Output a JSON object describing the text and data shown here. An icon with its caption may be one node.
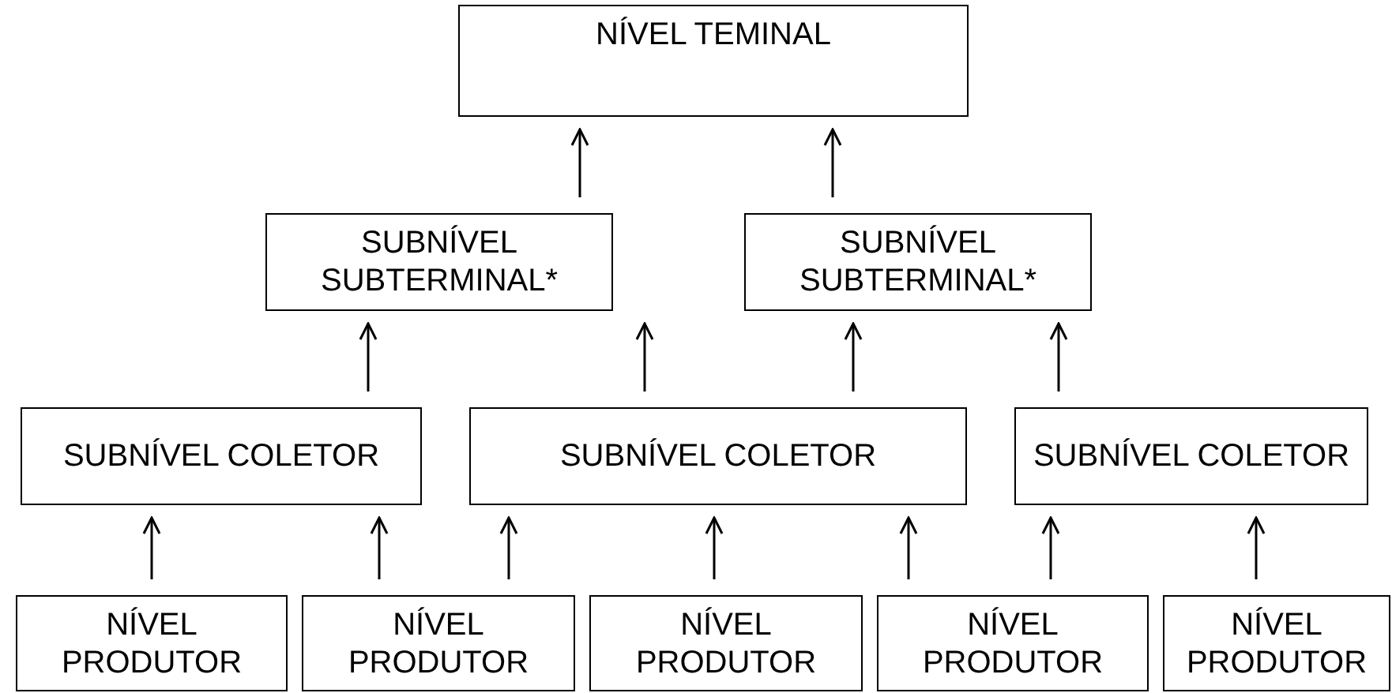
{
  "diagram": {
    "nodes": [
      {
        "text": [
          "NÍVEL TEMINAL"
        ]
      },
      {
        "text": [
          "SUBNÍVEL SUBTERMINAL*"
        ]
      },
      {
        "text": [
          "SUBNÍVEL SUBTERMINAL*"
        ]
      },
      {
        "text": [
          "SUBNÍVEL COLETOR"
        ]
      },
      {
        "text": [
          "SUBNÍVEL COLETOR"
        ]
      },
      {
        "text": [
          "SUBNÍVEL COLETOR"
        ]
      },
      {
        "text": [
          "NÍVEL PRODUTOR"
        ]
      },
      {
        "text": [
          "NÍVEL PRODUTOR"
        ]
      },
      {
        "text": [
          "NÍVEL PRODUTOR"
        ]
      },
      {
        "text": [
          "NÍVEL PRODUTOR"
        ]
      },
      {
        "text": [
          "NÍVEL PRODUTOR"
        ]
      }
    ],
    "edges": [
      {
        "from": 1,
        "to": 0,
        "arrow": "to"
      },
      {
        "from": 2,
        "to": 0,
        "arrow": "to"
      },
      {
        "from": 3,
        "to": 1,
        "arrow": "to"
      },
      {
        "from": 4,
        "to": 1,
        "arrow": "to"
      },
      {
        "from": 4,
        "to": 2,
        "arrow": "to"
      },
      {
        "from": 5,
        "to": 2,
        "arrow": "to"
      },
      {
        "from": 6,
        "to": 3,
        "arrow": "to"
      },
      {
        "from": 7,
        "to": 3,
        "arrow": "to"
      },
      {
        "from": 7,
        "to": 4,
        "arrow": "to"
      },
      {
        "from": 8,
        "to": 4,
        "arrow": "to"
      },
      {
        "from": 9,
        "to": 4,
        "arrow": "to"
      },
      {
        "from": 9,
        "to": 5,
        "arrow": "to"
      },
      {
        "from": 10,
        "to": 5,
        "arrow": "to"
      }
    ]
  }
}
